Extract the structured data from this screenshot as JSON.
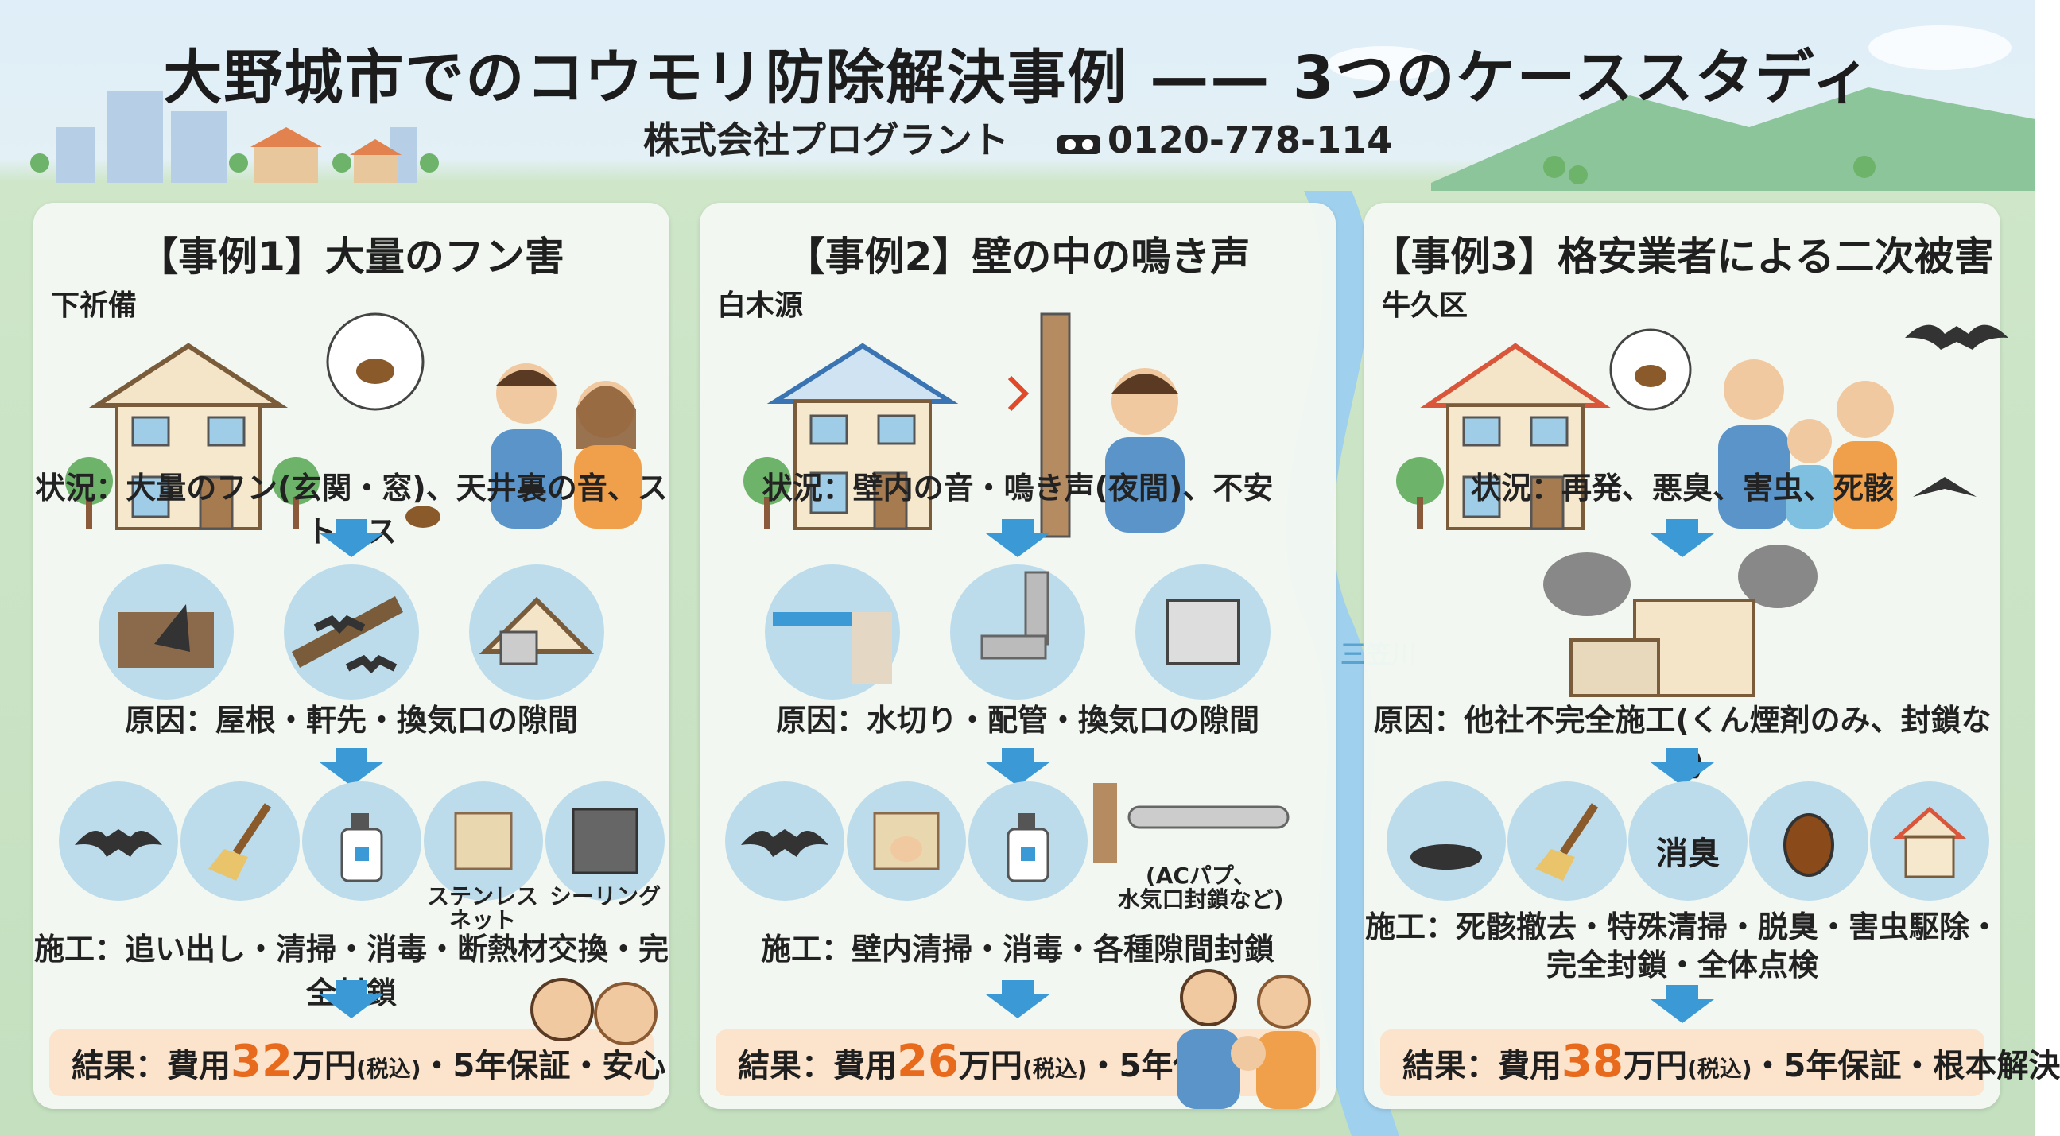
{
  "header": {
    "title": "大野城市でのコウモリ防除解決事例 —— 3つのケーススタディ",
    "company": "株式会社プログラント",
    "phone": "0120-778-114"
  },
  "river_label": "三笠川",
  "cases": [
    {
      "title": "【事例1】大量のフン害",
      "area": "下祈備",
      "situation": "状況：大量のフン(玄関・窓)、天井裏の音、ストレス",
      "cause": "原因：屋根・軒先・換気口の隙間",
      "icon_labels": [
        "ステンレス\nネット",
        "シーリング"
      ],
      "work": "施工：追い出し・清掃・消毒・断熱材交換・完全封鎖",
      "result_prefix": "結果：費用",
      "result_cost": "32",
      "result_unit": "万円",
      "result_tax": "(税込)",
      "result_suffix": "・5年保証・安心"
    },
    {
      "title": "【事例2】壁の中の鳴き声",
      "area": "白木源",
      "situation": "状況：壁内の音・鳴き声(夜間)、不安",
      "cause": "原因：水切り・配管・換気口の隙間",
      "icon_note": "(ACパプ、\n水気口封鎖など)",
      "work": "施工：壁内清掃・消毒・各種隙間封鎖",
      "result_prefix": "結果：費用",
      "result_cost": "26",
      "result_unit": "万円",
      "result_tax": "(税込)",
      "result_suffix": "・5年保証"
    },
    {
      "title": "【事例3】格安業者による二次被害",
      "area": "牛久区",
      "situation": "状況：再発、悪臭、害虫、死骸",
      "cause": "原因：他社不完全施工(くん煙剤のみ、封鎖なし)",
      "icon_label": "消臭",
      "work_line1": "施工：死骸撤去・特殊清掃・脱臭・害虫駆除・",
      "work_line2": "完全封鎖・全体点検",
      "result_prefix": "結果：費用",
      "result_cost": "38",
      "result_unit": "万円",
      "result_tax": "(税込)",
      "result_suffix": "・5年保証・根本解決"
    }
  ],
  "colors": {
    "arrow": "#3b9ad6",
    "cost": "#e86a1c",
    "result_bg": "#fbe3cc",
    "circle": "#bcdcec"
  }
}
